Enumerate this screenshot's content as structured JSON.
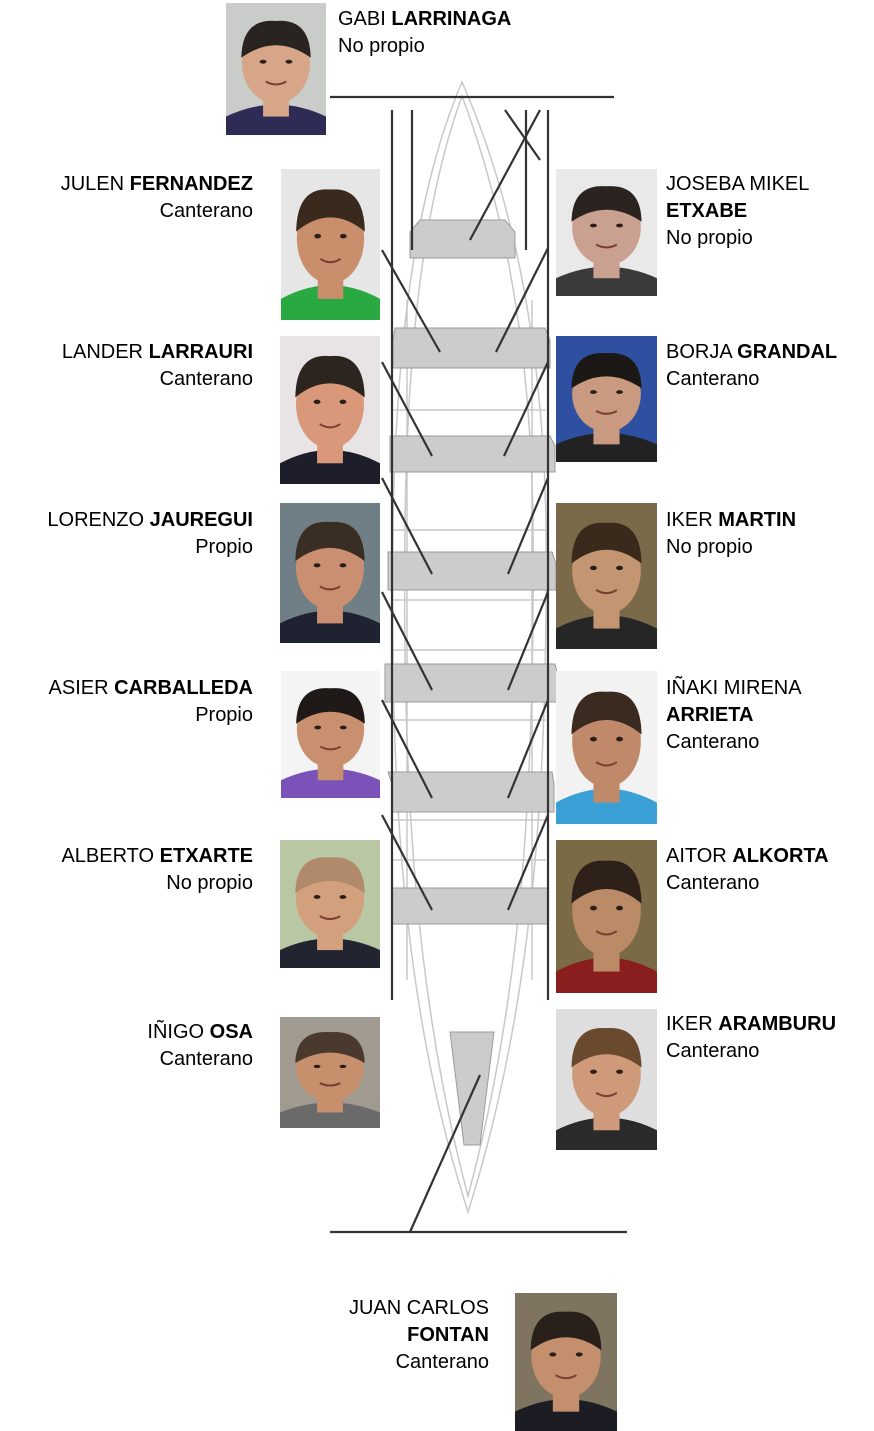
{
  "colors": {
    "boat_line": "#333333",
    "boat_outline": "#c8c8c8",
    "bench_fill": "#cccccc",
    "bench_stroke": "#9a9a9a"
  },
  "crew": [
    {
      "id": "coxswain",
      "first": "GABI",
      "last": "LARRINAGA",
      "status": "No propio",
      "bg": "#c9ccc8",
      "skin": "#d7a688",
      "hair": "#2a2420",
      "shirt": "#2e2b55"
    },
    {
      "id": "r1-left",
      "first": "JULEN",
      "last": "FERNANDEZ",
      "status": "Canterano",
      "bg": "#e6e6e6",
      "skin": "#c98e6c",
      "hair": "#3a2a1e",
      "shirt": "#2aa842"
    },
    {
      "id": "r1-right",
      "first": "JOSEBA MIKEL",
      "last": "ETXABE",
      "status": "No propio",
      "bg": "#e9e9e9",
      "skin": "#caa090",
      "hair": "#2b2320",
      "shirt": "#3a3a3a"
    },
    {
      "id": "r2-left",
      "first": "LANDER",
      "last": "LARRAURI",
      "status": "Canterano",
      "bg": "#e8e4e6",
      "skin": "#d9987a",
      "hair": "#2c241f",
      "shirt": "#1e1e2a"
    },
    {
      "id": "r2-right",
      "first": "BORJA",
      "last": "GRANDAL",
      "status": "Canterano",
      "bg": "#2f4fa0",
      "skin": "#c99a80",
      "hair": "#1c1815",
      "shirt": "#222222"
    },
    {
      "id": "r3-left",
      "first": "LORENZO",
      "last": "JAUREGUI",
      "status": "Propio",
      "bg": "#6f7f85",
      "skin": "#c98f70",
      "hair": "#3a2d24",
      "shirt": "#1f2230"
    },
    {
      "id": "r3-right",
      "first": "IKER",
      "last": "MARTIN",
      "status": "No propio",
      "bg": "#7a6a4a",
      "skin": "#c39570",
      "hair": "#3a2a1c",
      "shirt": "#262626"
    },
    {
      "id": "r4-left",
      "first": "ASIER",
      "last": "CARBALLEDA",
      "status": "Propio",
      "bg": "#f4f4f4",
      "skin": "#c99070",
      "hair": "#1f1a17",
      "shirt": "#7b52b8"
    },
    {
      "id": "r4-right",
      "first": "IÑAKI MIRENA",
      "last": "ARRIETA",
      "status": "Canterano",
      "bg": "#f2f2f2",
      "skin": "#c08a6a",
      "hair": "#3a2a20",
      "shirt": "#3aa0d6"
    },
    {
      "id": "r5-left",
      "first": "ALBERTO",
      "last": "ETXARTE",
      "status": "No propio",
      "bg": "#b9c7a4",
      "skin": "#d2a07c",
      "hair": "#b08a6a",
      "shirt": "#222430"
    },
    {
      "id": "r5-right",
      "first": "AITOR",
      "last": "ALKORTA",
      "status": "Canterano",
      "bg": "#7a6a45",
      "skin": "#bb8a66",
      "hair": "#2e2119",
      "shirt": "#8a1e1e"
    },
    {
      "id": "r6-left",
      "first": "IÑIGO",
      "last": "OSA",
      "status": "Canterano",
      "bg": "#a09a90",
      "skin": "#c6906c",
      "hair": "#4a3a2e",
      "shirt": "#6a6a6a"
    },
    {
      "id": "r6-right",
      "first": "IKER",
      "last": "ARAMBURU",
      "status": "Canterano",
      "bg": "#dedede",
      "skin": "#cf9a7a",
      "hair": "#6a4a2e",
      "shirt": "#2a2a2a"
    },
    {
      "id": "bow",
      "first": "JUAN CARLOS",
      "last": "FONTAN",
      "status": "Canterano",
      "bg": "#7f7460",
      "skin": "#c48f6c",
      "hair": "#2a201a",
      "shirt": "#1c1c24"
    }
  ]
}
